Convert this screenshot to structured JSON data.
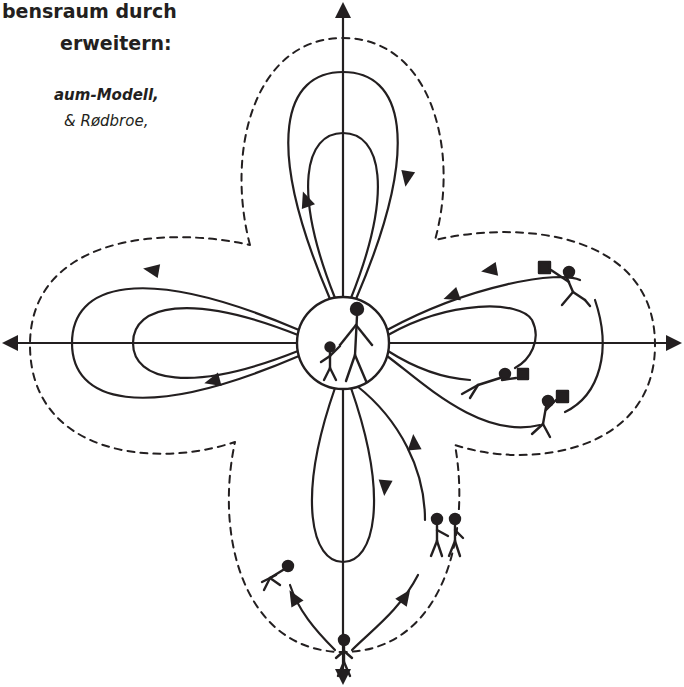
{
  "diagram": {
    "labels": [
      "bensraum durch",
      "erweitern:",
      "aum-Modell,",
      "& Rødbroe,"
    ]
  }
}
